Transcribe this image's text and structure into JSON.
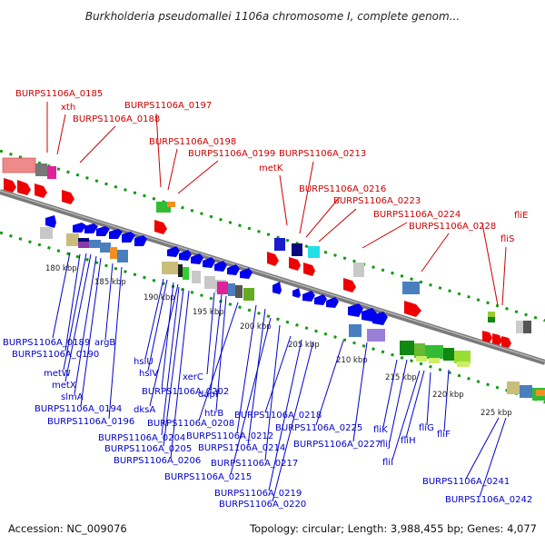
{
  "title": "Burkholderia pseudomallei 1106a chromosome I, complete genom...",
  "accession_text": "Accession: NC_009076",
  "summary_text": "Topology: circular; Length: 3,988,455 bp; Genes: 4,077",
  "colors": {
    "forward_label": "#cc0000",
    "reverse_label": "#0000cc",
    "backbone": "#7a7a7a",
    "tick": "#119911",
    "forward_gene": "#ee0000",
    "reverse_gene": "#0000ee"
  },
  "scale_labels": [
    "180 kbp",
    "185 kbp",
    "190 kbp",
    "195 kbp",
    "200 kbp",
    "205 kbp",
    "210 kbp",
    "215 kbp",
    "220 kbp",
    "225 kbp"
  ],
  "forward_labels": [
    "BURPS1106A_0185",
    "xth",
    "BURPS1106A_0188",
    "BURPS1106A_0197",
    "BURPS1106A_0198",
    "BURPS1106A_0199",
    "BURPS1106A_0213",
    "metK",
    "BURPS1106A_0216",
    "BURPS1106A_0223",
    "BURPS1106A_0224",
    "BURPS1106A_0228",
    "fliE",
    "fliS"
  ],
  "reverse_labels": [
    "BURPS1106A_0189",
    "BURPS1106A_0190",
    "argB",
    "metW",
    "metX",
    "slmA",
    "BURPS1106A_0194",
    "BURPS1106A_0196",
    "hslU",
    "hslV",
    "BURPS1106A_0202",
    "dksA",
    "xerC",
    "dapF",
    "htrB",
    "BURPS1106A_0204",
    "BURPS1106A_0205",
    "BURPS1106A_0206",
    "BURPS1106A_0208",
    "BURPS1106A_0212",
    "BURPS1106A_0214",
    "BURPS1106A_0215",
    "BURPS1106A_0217",
    "BURPS1106A_0218",
    "BURPS1106A_0219",
    "BURPS1106A_0220",
    "BURPS1106A_0225",
    "BURPS1106A_0227",
    "fliK",
    "fliJ",
    "fliI",
    "fliH",
    "fliG",
    "fliF",
    "BURPS1106A_0241",
    "BURPS1106A_0242"
  ]
}
